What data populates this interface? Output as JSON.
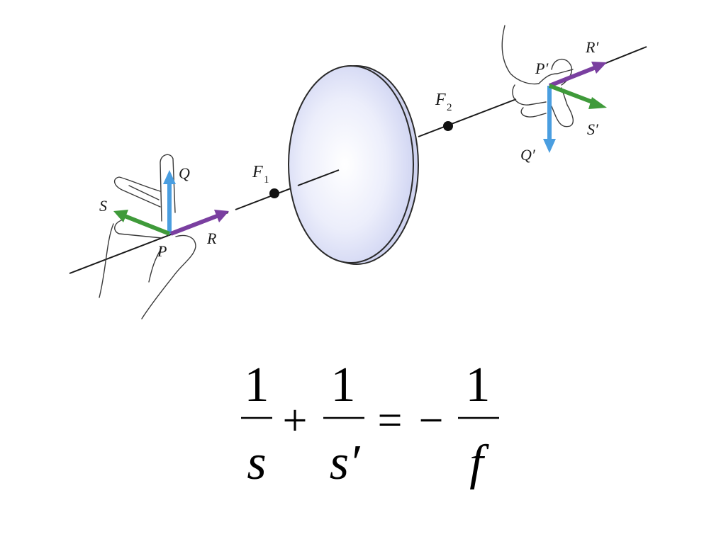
{
  "diagram": {
    "labels": {
      "object_point": "P",
      "image_point": "P′",
      "vec_q": "Q",
      "vec_r": "R",
      "vec_s": "S",
      "vec_q_image": "Q′",
      "vec_r_image": "R′",
      "vec_s_image": "S′",
      "focus_1": "F",
      "focus_1_sub": "1",
      "focus_2": "F",
      "focus_2_sub": "2"
    },
    "colors": {
      "axis": "#1a1a1a",
      "lens_fill": "#e3e6f8",
      "lens_edge": "#2a2a2a",
      "vector_q": "#4a9ee0",
      "vector_r": "#7a3fa0",
      "vector_s": "#3f9a3a",
      "hand_outline": "#3a3a3a"
    }
  },
  "equation": {
    "term1_num": "1",
    "term1_den": "s",
    "plus": "+",
    "term2_num": "1",
    "term2_den": "s′",
    "equals": "=",
    "minus": "−",
    "term3_num": "1",
    "term3_den": "f"
  }
}
